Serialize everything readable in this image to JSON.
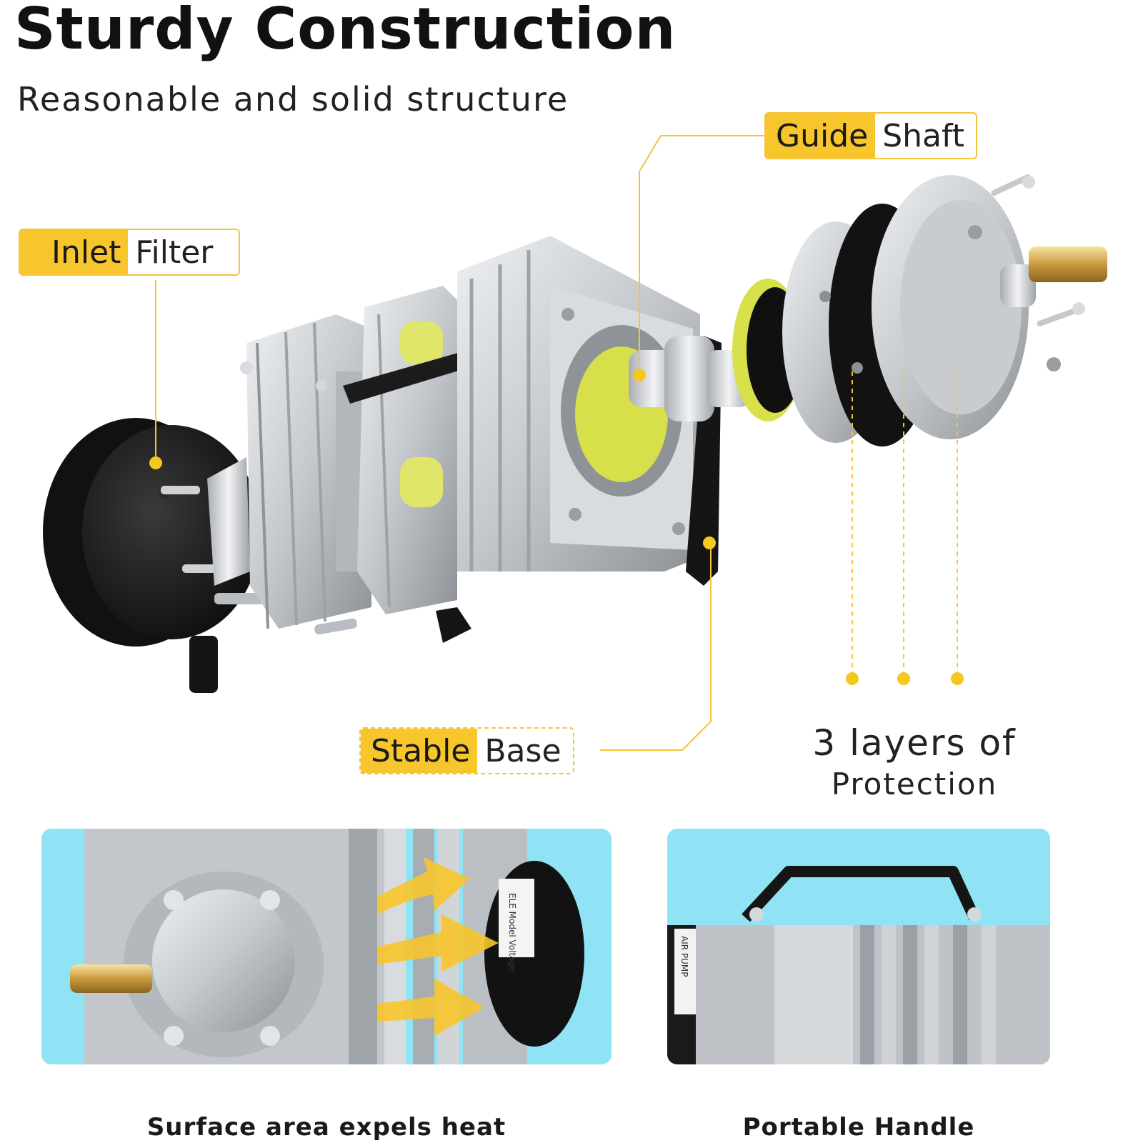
{
  "header": {
    "title": "Sturdy Construction",
    "subtitle": "Reasonable and solid structure"
  },
  "callouts": {
    "guide_shaft": {
      "highlight": "Guide",
      "rest": "Shaft"
    },
    "inlet_filter": {
      "highlight": "Inlet",
      "rest": "Filter"
    },
    "stable_base": {
      "highlight": "Stable",
      "rest": "Base"
    }
  },
  "protection": {
    "line1": "3 layers of",
    "line2": "Protection"
  },
  "panels": {
    "heat": {
      "caption": "Surface area expels heat",
      "label_text": "ELE Model Voltage"
    },
    "handle": {
      "caption": "Portable Handle",
      "label_text": "AIR PUMP"
    }
  },
  "colors": {
    "accent": "#f7c52c",
    "accent_border": "#f5c43d",
    "panel_bg": "#8fe3f5",
    "metal": "#c9ccd0",
    "rubber": "#1a1a1a"
  }
}
